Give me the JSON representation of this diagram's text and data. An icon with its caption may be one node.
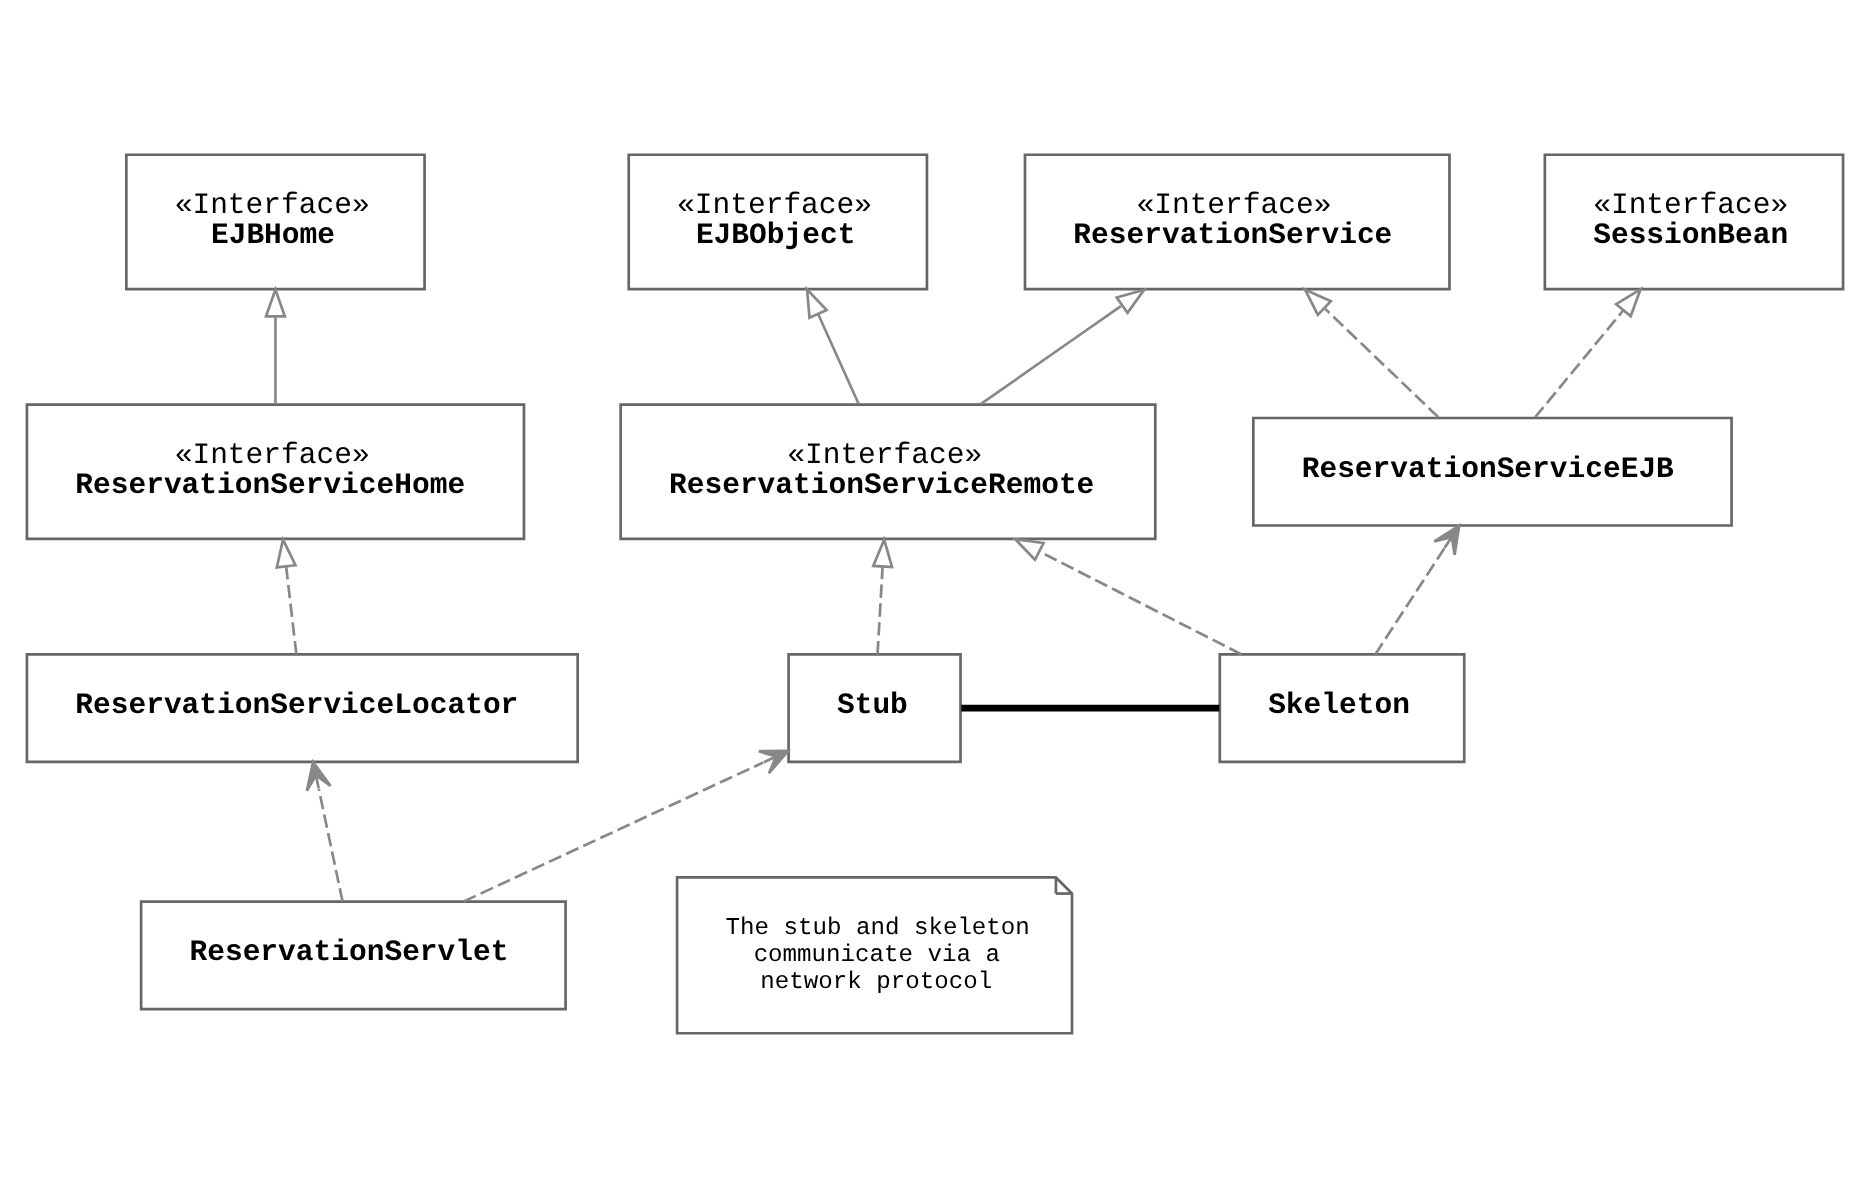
{
  "diagram": {
    "nodes": [
      {
        "text": [
          "«Interface»",
          "EJBHome"
        ]
      },
      {
        "text": [
          "«Interface»",
          "EJBObject"
        ]
      },
      {
        "text": [
          "«Interface»",
          "ReservationService"
        ]
      },
      {
        "text": [
          "«Interface»",
          "SessionBean"
        ]
      },
      {
        "text": [
          "«Interface»",
          "ReservationServiceHome"
        ]
      },
      {
        "text": [
          "«Interface»",
          "ReservationServiceRemote"
        ]
      },
      {
        "text": [
          "ReservationServiceEJB"
        ]
      },
      {
        "text": [
          "ReservationServiceLocator"
        ]
      },
      {
        "text": [
          "Stub"
        ]
      },
      {
        "text": [
          "Skeleton"
        ]
      },
      {
        "text": [
          "The stub and skeleton communicate via a network protocol"
        ]
      },
      {
        "text": [
          "ReservationServlet"
        ]
      }
    ],
    "edges": [
      {
        "from": 4,
        "to": 0,
        "arrow": "to"
      },
      {
        "from": 5,
        "to": 1,
        "arrow": "to"
      },
      {
        "from": 5,
        "to": 2,
        "arrow": "to"
      },
      {
        "from": 6,
        "to": 2,
        "arrow": "to",
        "style": "dashed"
      },
      {
        "from": 6,
        "to": 3,
        "arrow": "to",
        "style": "dashed"
      },
      {
        "from": 7,
        "to": 4,
        "arrow": "to",
        "style": "dashed"
      },
      {
        "from": 8,
        "to": 5,
        "arrow": "to",
        "style": "dashed"
      },
      {
        "from": 9,
        "to": 5,
        "arrow": "to",
        "style": "dashed"
      },
      {
        "from": 9,
        "to": 6,
        "arrow": "to",
        "style": "dashed"
      },
      {
        "from": 8,
        "to": 9,
        "arrow": "none",
        "style": "thick",
        "color": "#000000"
      },
      {
        "from": 11,
        "to": 7,
        "arrow": "to",
        "style": "dashed"
      },
      {
        "from": 11,
        "to": 8,
        "arrow": "to",
        "style": "dashed"
      }
    ]
  }
}
